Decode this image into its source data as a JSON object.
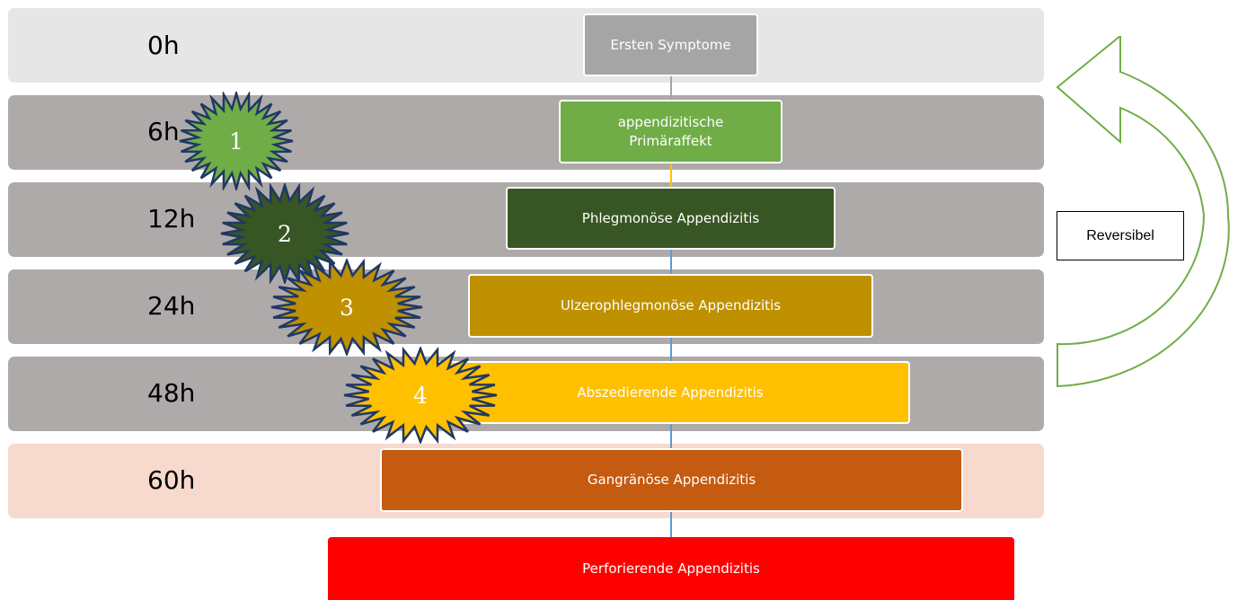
{
  "stages": [
    {
      "time": "0h",
      "label": "Ersten Symptome",
      "band_color": "#e6e6e6",
      "box_color": "#a5a5a5"
    },
    {
      "time": "6h",
      "label": "appendizitische\nPrimäraffekt",
      "band_color": "#aeaaaa",
      "box_color": "#70ad47"
    },
    {
      "time": "12h",
      "label": "Phlegmonöse Appendizitis",
      "band_color": "#aeaaaa",
      "box_color": "#375623"
    },
    {
      "time": "24h",
      "label": "Ulzerophlegmonöse Appendizitis",
      "band_color": "#aeaaaa",
      "box_color": "#bf9000"
    },
    {
      "time": "48h",
      "label": "Abszedierende Appendizitis",
      "band_color": "#aeaaaa",
      "box_color": "#ffc000"
    },
    {
      "time": "60h",
      "label": "Gangränöse Appendizitis",
      "band_color": "#f8d9cd",
      "box_color": "#c55a11"
    }
  ],
  "final_stage": {
    "label": "Perforierende Appendizitis",
    "box_color": "#ff0000"
  },
  "markers": [
    {
      "number": "1",
      "color": "#70ad47"
    },
    {
      "number": "2",
      "color": "#375623"
    },
    {
      "number": "3",
      "color": "#bf9000"
    },
    {
      "number": "4",
      "color": "#ffc000"
    }
  ],
  "marker_outline_color": "#203864",
  "connector_colors": [
    "#a5a5a5",
    "#ffc000",
    "#5b9bd5",
    "#5b9bd5",
    "#5b9bd5",
    "#5b9bd5"
  ],
  "reversible": {
    "label": "Reversibel",
    "arrow_color": "#70ad47"
  }
}
